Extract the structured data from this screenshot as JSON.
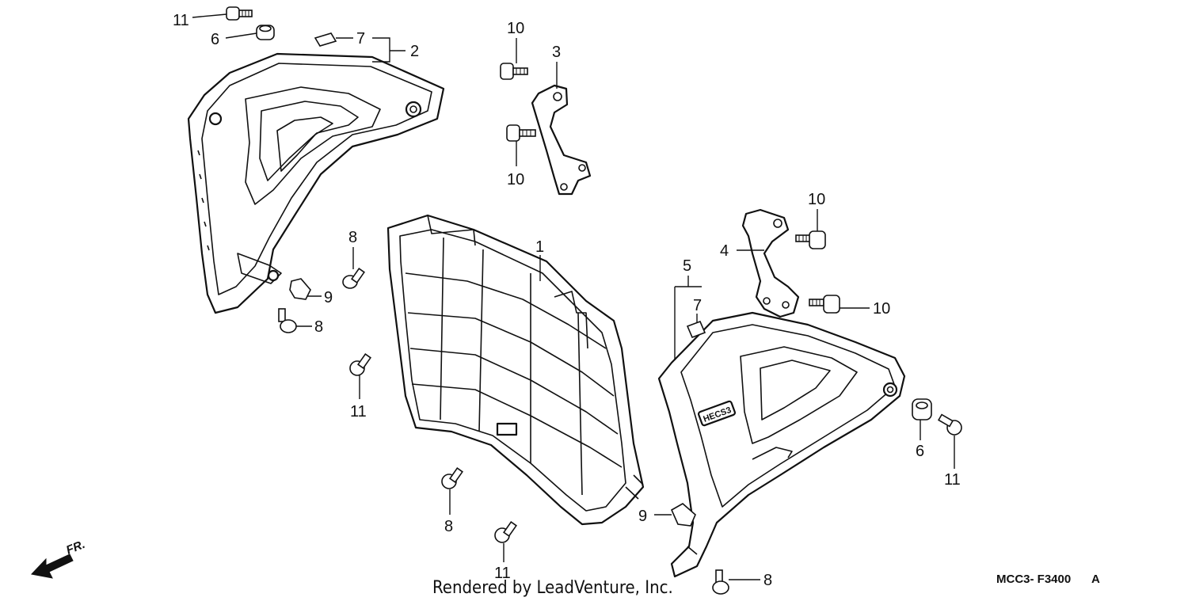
{
  "diagram": {
    "callouts": [
      {
        "id": "c11a",
        "text": "11"
      },
      {
        "id": "c6a",
        "text": "6"
      },
      {
        "id": "c7a",
        "text": "7"
      },
      {
        "id": "c2",
        "text": "2"
      },
      {
        "id": "c10a",
        "text": "10"
      },
      {
        "id": "c3",
        "text": "3"
      },
      {
        "id": "c10b",
        "text": "10"
      },
      {
        "id": "c10c",
        "text": "10"
      },
      {
        "id": "c4",
        "text": "4"
      },
      {
        "id": "c10d",
        "text": "10"
      },
      {
        "id": "c8a",
        "text": "8"
      },
      {
        "id": "c1",
        "text": "1"
      },
      {
        "id": "c5",
        "text": "5"
      },
      {
        "id": "c7b",
        "text": "7"
      },
      {
        "id": "c9a",
        "text": "9"
      },
      {
        "id": "c8b",
        "text": "8"
      },
      {
        "id": "c11b",
        "text": "11"
      },
      {
        "id": "c6b",
        "text": "6"
      },
      {
        "id": "c11c",
        "text": "11"
      },
      {
        "id": "c8c",
        "text": "8"
      },
      {
        "id": "c9b",
        "text": "9"
      },
      {
        "id": "c11d",
        "text": "11"
      },
      {
        "id": "c8d",
        "text": "8"
      }
    ],
    "direction_label": "FR.",
    "credit": "Rendered by LeadVenture, Inc.",
    "diagram_code": "MCC3- F3400",
    "revision": "A",
    "emblem_text": "HECS3"
  }
}
